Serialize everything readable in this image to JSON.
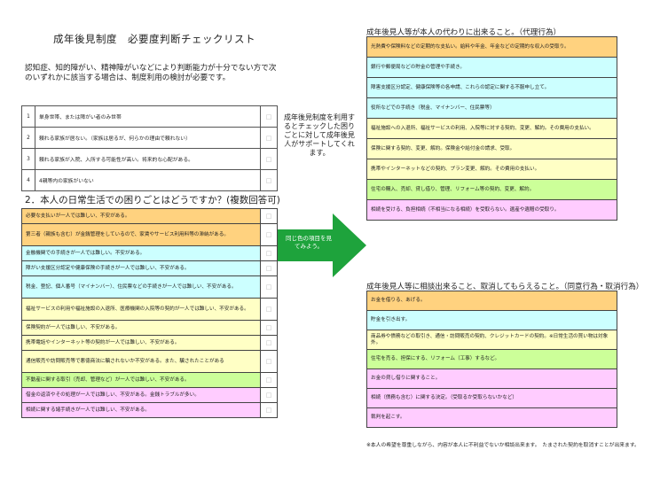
{
  "left": {
    "title": "成年後見制度　必要度判断チェックリスト",
    "intro": "認知症、知的障がい、精神障がいなどにより判断能力が十分でない方で次のいずれかに該当する場合は、制度利用の検討が必要です。",
    "checklist1": [
      {
        "num": "1",
        "text": "単身世帯、または障がい者のみ世帯"
      },
      {
        "num": "2",
        "text": "頼れる家族が居ない。（家族は居るが、何らかの理由で頼れない）"
      },
      {
        "num": "3",
        "text": "頼れる家族が入院、入所する可能性が高い。将来的な心配がある。"
      },
      {
        "num": "4",
        "text": "4親等内の家族がいない"
      }
    ],
    "section2_title": "2．本人の日常生活での困りごとはどうですか？(複数回答可)",
    "checklist2": [
      {
        "text": "必要な支払いが一人では難しい、不安がある。",
        "color": "orange"
      },
      {
        "text": "第三者（親族も含む）が金銭管理をしているので、家賃やサービス利用料等の滞納がある。",
        "color": "orange"
      },
      {
        "text": "金融機関での手続きが一人では難しい。不安がある。",
        "color": "cyan"
      },
      {
        "text": "障がい支援区分認定や健康保険の手続きが一人では難しい、不安がある。",
        "color": "cyan"
      },
      {
        "text": "税金、登記、個人番号（マイナンバー）、住民票などの手続きが一人では難しい、不安がある。",
        "color": "cyan"
      },
      {
        "text": "福祉サービスの利用や福祉施設の入退所、医療機関の入院等の契約が一人では難しい、不安がある。",
        "color": "yellow"
      },
      {
        "text": "保険契約が一人では難しい、不安がある。",
        "color": "yellow"
      },
      {
        "text": "携帯電話やインターネット等の契約が一人では難しい、不安がある。",
        "color": "yellow"
      },
      {
        "text": "通信販売や訪問販売等で悪徳商法に騙されないか不安がある。また、騙されたことがある",
        "color": "yellow"
      },
      {
        "text": "不動産に関する取引（売却、管理など）が一人では難しい、不安がある。",
        "color": "green"
      },
      {
        "text": "借金の返済やその処理が一人では難しい、不安がある。金銭トラブルが多い。",
        "color": "pink"
      },
      {
        "text": "相続に関する諸手続きが一人では難しい、不安がある。",
        "color": "pink"
      }
    ],
    "check_mark": "□"
  },
  "middle": {
    "text": "成年後見制度を利用するとチェックした困りごとに対して成年後見人がサポートしてくれます。",
    "arrow_text": "同じ色の項目を見てみよう。",
    "arrow_color": "#1ea33c"
  },
  "right": {
    "title1": "成年後見人等が本人の代わりに出来ること。（代理行為）",
    "list1": [
      {
        "text": "光熱費や保険料などの定期的な支払い。給料や年金、年金などの定期的な収入の受取り。",
        "color": "orange"
      },
      {
        "text": "銀行や郵便局などの貯金の管理や手続き。",
        "color": "cyan"
      },
      {
        "text": "障害支援区分認定、健康保険等の各申請、これらの認定に関する不服申し立て。",
        "color": "cyan"
      },
      {
        "text": "役所などでの手続き（税金、マイナンバー、住民票等）",
        "color": "cyan"
      },
      {
        "text": "福祉施設への入退所、福祉サービスの利用、入院等に対する契約、変更、解約。その費用の支払い。",
        "color": "yellow"
      },
      {
        "text": "保険に関する契約、変更、解約。保険金や給付金の請求、受取。",
        "color": "yellow"
      },
      {
        "text": "携帯やインターネットなどの契約、プラン変更、解約。その費用の支払い。",
        "color": "yellow"
      },
      {
        "text": "住宅の購入、売却、貸し借り、管理、リフォーム等の契約、変更、解約。",
        "color": "green"
      },
      {
        "text": "相続を受ける、負担相続（不相当になる相続）を受取らない。遺産や遺贈の受取り。",
        "color": "pink"
      }
    ],
    "title2": "成年後見人等に相談出来ること、取消してもらえること。（同意行為・取消行為）",
    "list2": [
      {
        "text": "お金を借りる、あげる。",
        "color": "orange"
      },
      {
        "text": "貯金を引き出す。",
        "color": "cyan"
      },
      {
        "text": "商品券や債務などの取引き、通信・訪問販売の契約、クレジットカードの契約。※日常生活の買い物は対象外。",
        "color": "yellow"
      },
      {
        "text": "住宅を売る、担保にする、リフォーム（工事）するなど。",
        "color": "green"
      },
      {
        "text": "お金の貸し借りに関すること。",
        "color": "pink"
      },
      {
        "text": "相続（債務も含む）に関する決定。（受取るか受取らないかなど）",
        "color": "pink"
      },
      {
        "text": "裁判を起こす。",
        "color": "pink"
      }
    ],
    "note": "※本人の希望を尊重しながら、内容が本人に不利益でないか相談出来ます。　たまされた契約を取消すことが出来ます。"
  },
  "colors": {
    "orange": "#ffd27f",
    "yellow": "#ffffc5",
    "cyan": "#ccffff",
    "green": "#ccff99",
    "pink": "#ffccff"
  }
}
